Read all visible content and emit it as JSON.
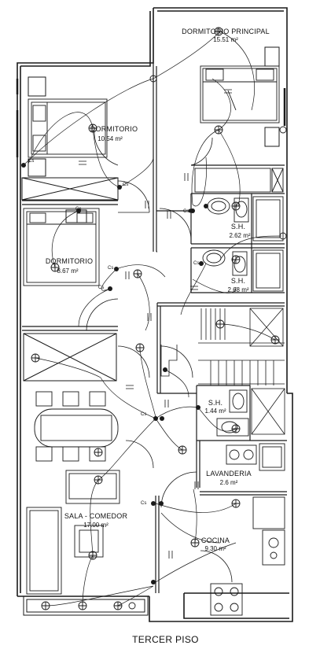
{
  "title": "TERCER PISO",
  "rooms": [
    {
      "key": "dormitorio_principal",
      "name": "DORMITORIO PRINCIPAL",
      "area": "15.51 m²"
    },
    {
      "key": "dormitorio_1",
      "name": "DORMITORIO",
      "area": "10.54 m²"
    },
    {
      "key": "dormitorio_2",
      "name": "DORMITORIO",
      "area": "8.67 m²"
    },
    {
      "key": "sh_1",
      "name": "S.H.",
      "area": "2.62 m²"
    },
    {
      "key": "sh_2",
      "name": "S.H.",
      "area": "2.68 m²"
    },
    {
      "key": "sh_3",
      "name": "S.H.",
      "area": "1.44 m²"
    },
    {
      "key": "lavanderia",
      "name": "LAVANDERIA",
      "area": "2.6 m²"
    },
    {
      "key": "sala_comedor",
      "name": "SALA - COMEDOR",
      "area": "17.00 m²"
    },
    {
      "key": "cocina",
      "name": "COCINA",
      "area": "9.30 m²"
    }
  ],
  "switch_labels": [
    "Cs",
    "Cs",
    "Cs",
    "Cs",
    "Cs",
    "Cs",
    "Cs",
    "Cs",
    "Cs"
  ],
  "colors": {
    "line": "#1a1a1a",
    "wall": "#2a2a2a",
    "hatch": "#555555",
    "background": "#ffffff"
  }
}
